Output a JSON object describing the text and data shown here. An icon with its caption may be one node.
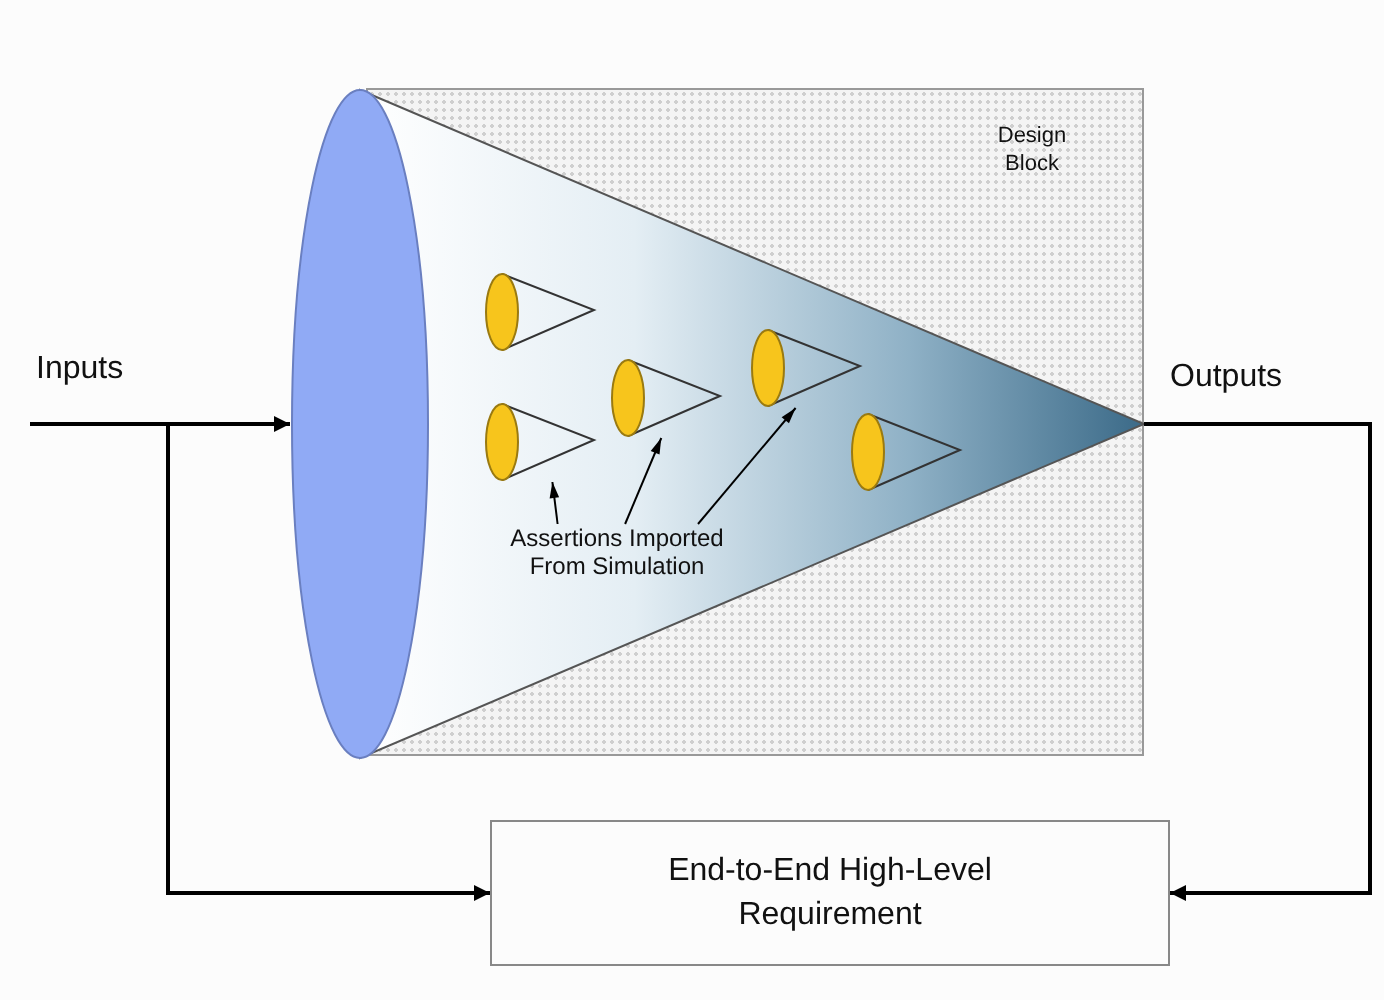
{
  "diagram": {
    "nodes": [
      {
        "text": [
          "Design Block"
        ]
      },
      {
        "text": [],
        "shape": "cone"
      },
      {
        "text": [],
        "shape": "cone",
        "in": 0
      },
      {
        "text": [],
        "shape": "cone",
        "in": 0
      },
      {
        "text": [],
        "shape": "cone",
        "in": 0
      },
      {
        "text": [],
        "shape": "cone",
        "in": 0
      },
      {
        "text": [],
        "shape": "cone",
        "in": 0
      },
      {
        "text": [
          "Assertions Imported From Simulation"
        ],
        "in": 0
      },
      {
        "text": [
          "End-to-End High-Level Requirement"
        ]
      }
    ],
    "edges": [
      {
        "from": null,
        "to": 1,
        "arrow": "to",
        "label": "Inputs"
      },
      {
        "from": null,
        "to": 8,
        "arrow": "to"
      },
      {
        "from": 1,
        "to": 8,
        "arrow": "to",
        "label": "Outputs"
      },
      {
        "from": 7,
        "to": 3,
        "arrow": "to"
      },
      {
        "from": 7,
        "to": 4,
        "arrow": "to"
      },
      {
        "from": 7,
        "to": 5,
        "arrow": "to"
      }
    ]
  }
}
